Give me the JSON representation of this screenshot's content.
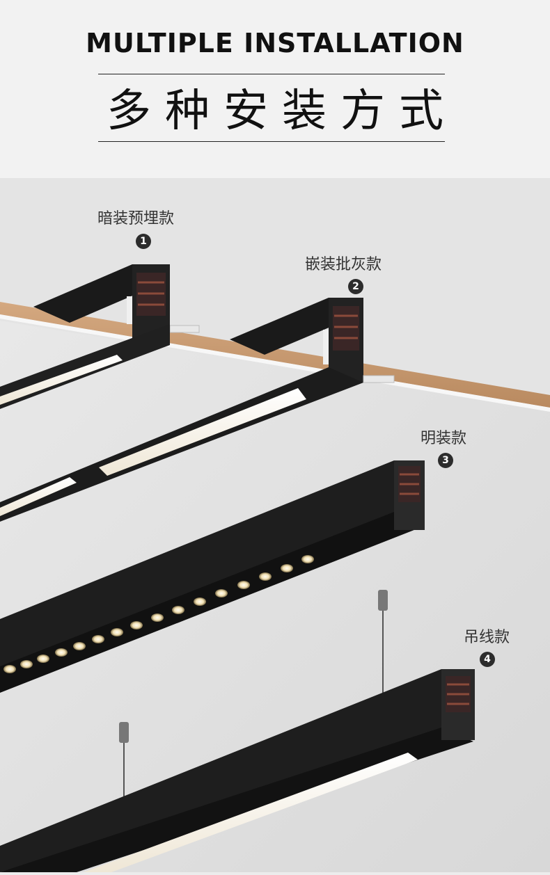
{
  "header": {
    "title": "MULTIPLE INSTALLATION",
    "subtitle": "多种安装方式"
  },
  "installations": [
    {
      "label": "暗装预埋款",
      "number": "1"
    },
    {
      "label": "嵌装批灰款",
      "number": "2"
    },
    {
      "label": "明装款",
      "number": "3"
    },
    {
      "label": "吊线款",
      "number": "4"
    }
  ],
  "colors": {
    "ceiling": "#ececec",
    "wood": "#c89a73",
    "track": "#1d1d1d",
    "light": "#fbf7ef",
    "badge": "#2c2c2c"
  }
}
